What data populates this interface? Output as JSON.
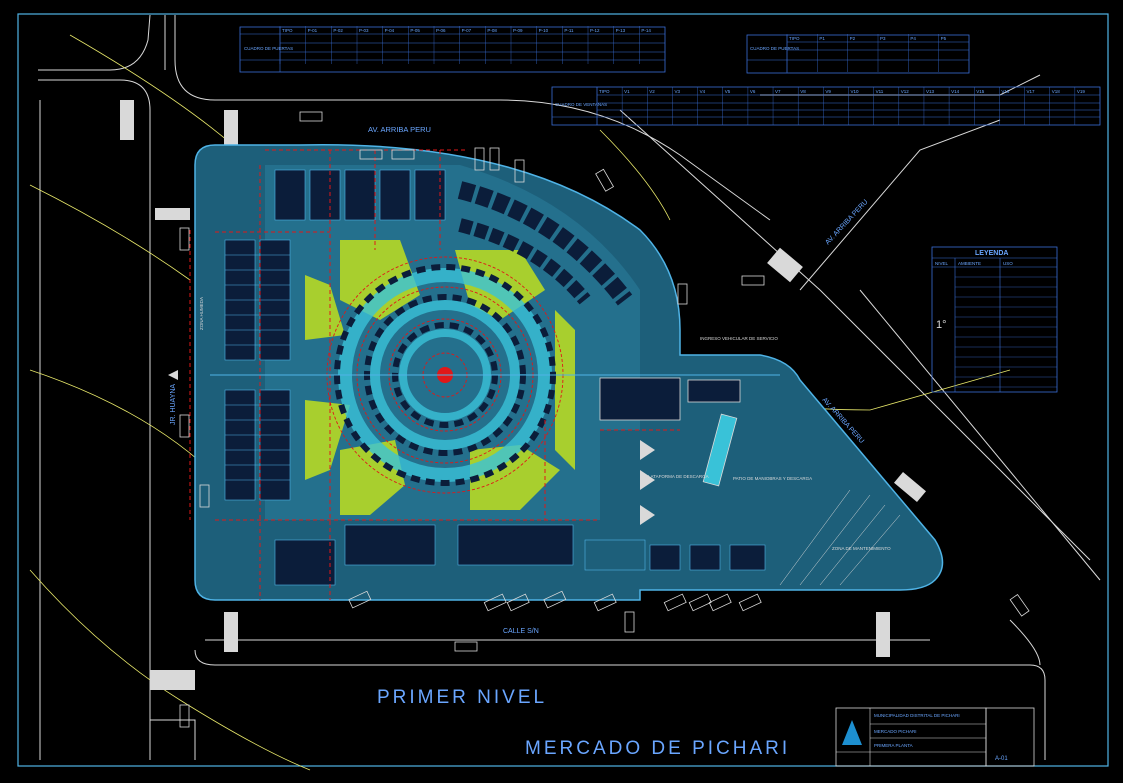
{
  "colors": {
    "background": "#000000",
    "site_fill": "#1d5f7a",
    "site_line": "#4fb3e6",
    "green_area": "#a8cf2e",
    "red_line": "#e01818",
    "table_line": "#3a6fd8",
    "street_line": "#d9d9d9",
    "text_blue": "#6aa6ff",
    "yellow_line": "#e8e86a"
  },
  "titles": {
    "level": "PRIMER NIVEL",
    "project": "MERCADO DE PICHARI"
  },
  "streets": {
    "top": "AV. ARRIBA PERU",
    "diagonal": "AV. ARRIBA PERU",
    "diagonal_lower": "AV. ARRIBA PERU",
    "left": "JR. HUAYNA",
    "bottom": "CALLE S/N"
  },
  "labels": {
    "vehicle_entry": "INGRESO VEHICULAR DE SERVICIO",
    "unloading_platform": "PLATAFORMA DE DESCARGA",
    "loading_area": "PATIO DE MANIOBRAS Y DESCARGA",
    "maintenance": "ZONA DE MANTENIMIENTO",
    "left_zone": "ZONA HUMEDA"
  },
  "doors_table": {
    "row_headers": [
      "CUADRO DE PUERTAS"
    ],
    "columns": [
      "TIPO",
      "P-01",
      "P-02",
      "P-03",
      "P-04",
      "P-05",
      "P-06",
      "P-07",
      "P-08",
      "P-09",
      "P-10",
      "P-11",
      "P-12",
      "P-13",
      "P-14"
    ]
  },
  "doors_table_2": {
    "row_headers": [
      "CUADRO DE PUERTAS"
    ],
    "columns": [
      "TIPO",
      "P1",
      "P2",
      "P3",
      "P4",
      "P5"
    ]
  },
  "windows_table": {
    "row_headers": [
      "CUADRO DE VENTANAS"
    ],
    "columns": [
      "TIPO",
      "V1",
      "V2",
      "V3",
      "V4",
      "V5",
      "V6",
      "V7",
      "V8",
      "V9",
      "V10",
      "V11",
      "V12",
      "V13",
      "V14",
      "V15",
      "V16",
      "V17",
      "V18",
      "V19"
    ]
  },
  "legend": {
    "title": "LEYENDA",
    "columns": [
      "NIVEL",
      "AMBIENTE",
      "USO"
    ],
    "level": "1°"
  },
  "title_block": {
    "institution": "MUNICIPALIDAD DISTRITAL DE PICHARI",
    "project": "MERCADO PICHARI",
    "sheet": "PRIMERA PLANTA",
    "sheet_code": "A-01"
  }
}
